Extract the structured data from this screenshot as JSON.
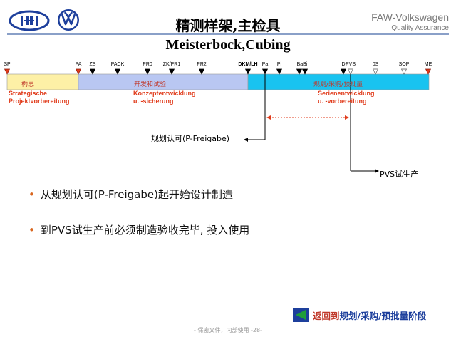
{
  "header": {
    "title_cn": "精测样架,主检具",
    "title_en": "Meisterbock,Cubing",
    "brand_name": "FAW-Volkswagen",
    "brand_sub": "Quality Assurance"
  },
  "timeline": {
    "milestones_top": [
      {
        "label": "SP",
        "marker": "triangle-red",
        "bold": false
      },
      {
        "label": "PA",
        "marker": "triangle-red",
        "bold": false
      },
      {
        "label": "ZS",
        "marker": "triangle-black",
        "bold": false
      },
      {
        "label": "PACK",
        "marker": "triangle-black",
        "bold": false
      },
      {
        "label": "PR0",
        "marker": "triangle-black",
        "bold": false
      },
      {
        "label": "ZK/PR1",
        "marker": "triangle-black",
        "bold": false
      },
      {
        "label": "PR2",
        "marker": "triangle-black",
        "bold": false
      },
      {
        "label": "DKM/LH",
        "marker": "triangle-black",
        "bold": true
      },
      {
        "label": "Pa",
        "marker": "triangle-black",
        "bold": false
      },
      {
        "label": "Pi",
        "marker": "triangle-black",
        "bold": false
      },
      {
        "label": "BaBi",
        "marker": "triangle-black-double",
        "bold": false
      },
      {
        "label": "D",
        "marker": "triangle-black",
        "bold": false
      },
      {
        "label": "PVS",
        "marker": "triangle-white",
        "bold": false
      },
      {
        "label": "0S",
        "marker": "triangle-white",
        "bold": false
      },
      {
        "label": "SOP",
        "marker": "triangle-white",
        "bold": false
      },
      {
        "label": "ME",
        "marker": "triangle-red",
        "bold": false
      }
    ],
    "phases": [
      {
        "cn": "构思",
        "de1": "Strategische",
        "de2": "Projektvorbereitung",
        "color": "#fdf0a6"
      },
      {
        "cn": "开发和试验",
        "de1": "Konzeptentwicklung",
        "de2": "u. -sicherung",
        "color": "#b9c7f2"
      },
      {
        "cn": "规划/采购/预批量",
        "de1": "Serienentwicklung",
        "de2": "u. -vorbereitung",
        "color": "#19c3f0"
      }
    ],
    "freigabe_label": "规划认可(P-Freigabe)",
    "pvs_label": "PVS试生产"
  },
  "bullets": [
    "从规划认可(P-Freigabe)起开始设计制造",
    "到PVS试生产前必须制造验收完毕, 投入使用"
  ],
  "return_button": {
    "prefix": "返回到",
    "target": "规划/采购/预批量阶段"
  },
  "footer": "- 保密文件，内部使用 -28-",
  "colors": {
    "accent_red": "#e03a1a",
    "bullet_orange": "#d9661f",
    "dark_blue": "#1d3f9c",
    "arrow_green": "#1f9e3a"
  }
}
